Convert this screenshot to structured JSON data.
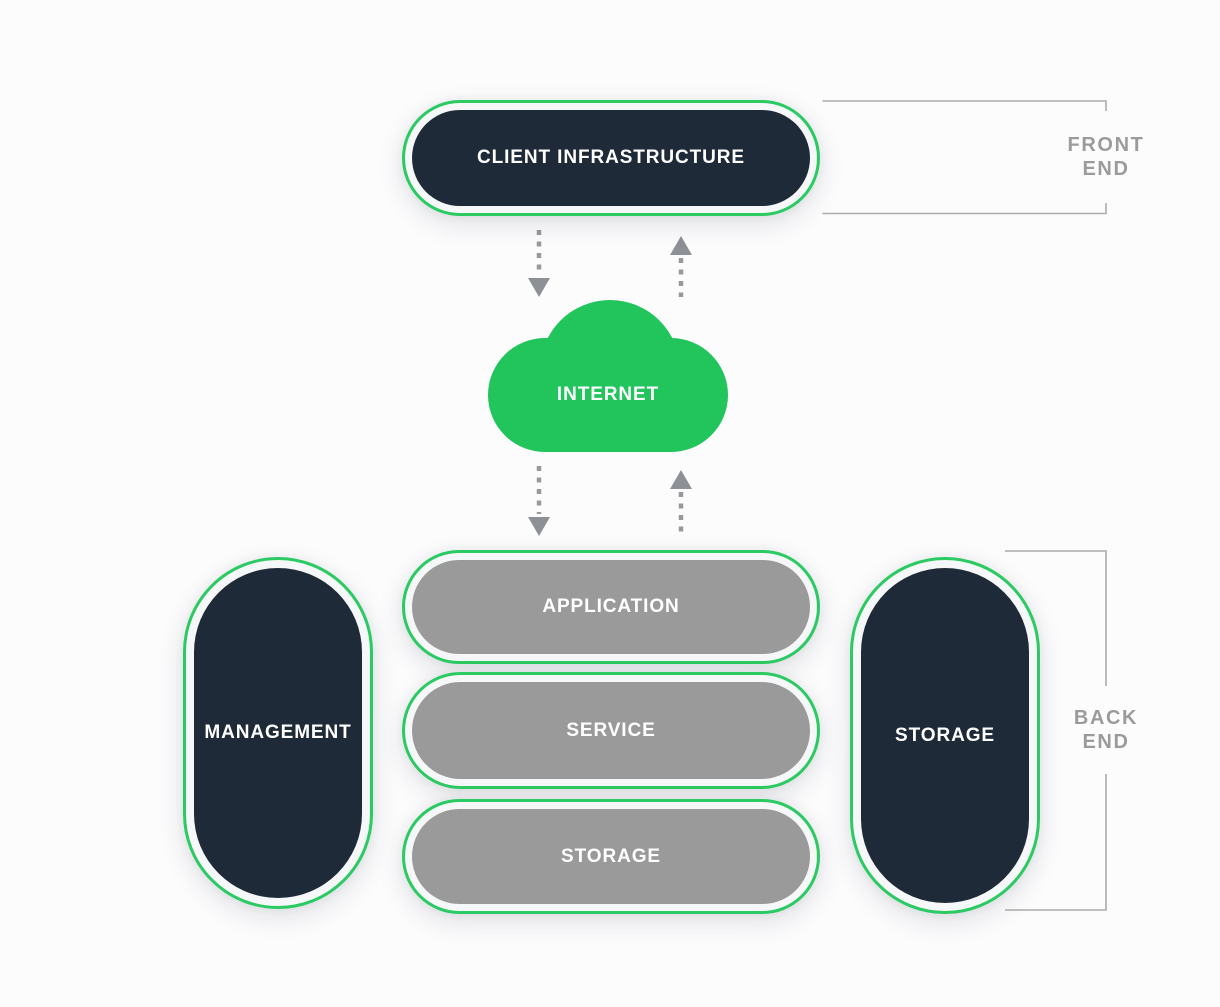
{
  "colors": {
    "background": "#fcfcfd",
    "accent_green": "#2bca62",
    "cloud_green": "#21c55c",
    "dark_navy": "#1f2a39",
    "pill_gray": "#9a9a9a",
    "ring_bg": "#f6f7f8",
    "arrow_gray": "#97999c",
    "arrow_head_gray": "#8d9195",
    "bracket_gray": "#ababab",
    "label_gray": "#9b9b9b",
    "text_white": "#ffffff"
  },
  "nodes": {
    "client_infrastructure": {
      "label": "CLIENT INFRASTRUCTURE"
    },
    "internet": {
      "label": "INTERNET"
    },
    "management": {
      "label": "MANAGEMENT"
    },
    "application": {
      "label": "APPLICATION"
    },
    "service": {
      "label": "SERVICE"
    },
    "storage_center": {
      "label": "STORAGE"
    },
    "storage_right": {
      "label": "STORAGE"
    }
  },
  "sections": {
    "front_end": {
      "line1": "FRONT",
      "line2": "END"
    },
    "back_end": {
      "line1": "BACK",
      "line2": "END"
    }
  }
}
